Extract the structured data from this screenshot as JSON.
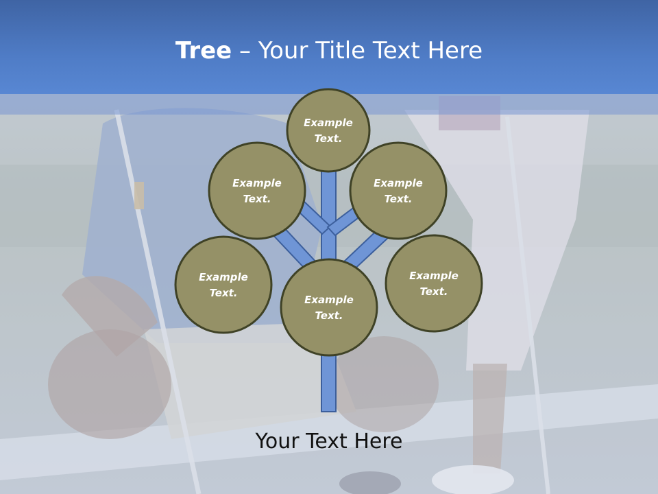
{
  "slide": {
    "title_bold": "Tree",
    "title_rest": "– Your Title Text Here",
    "caption": "Your Text Here"
  },
  "nodes": [
    {
      "label": "Example Text."
    },
    {
      "label": "Example Text."
    },
    {
      "label": "Example Text."
    },
    {
      "label": "Example Text."
    },
    {
      "label": "Example Text."
    },
    {
      "label": "Example Text."
    }
  ],
  "colors": {
    "title_band": "#4f7cc6",
    "circle_fill": "#959167",
    "circle_stroke": "#3f4226",
    "branch_fill": "#6f95d6",
    "branch_stroke": "#3c5f9c"
  }
}
